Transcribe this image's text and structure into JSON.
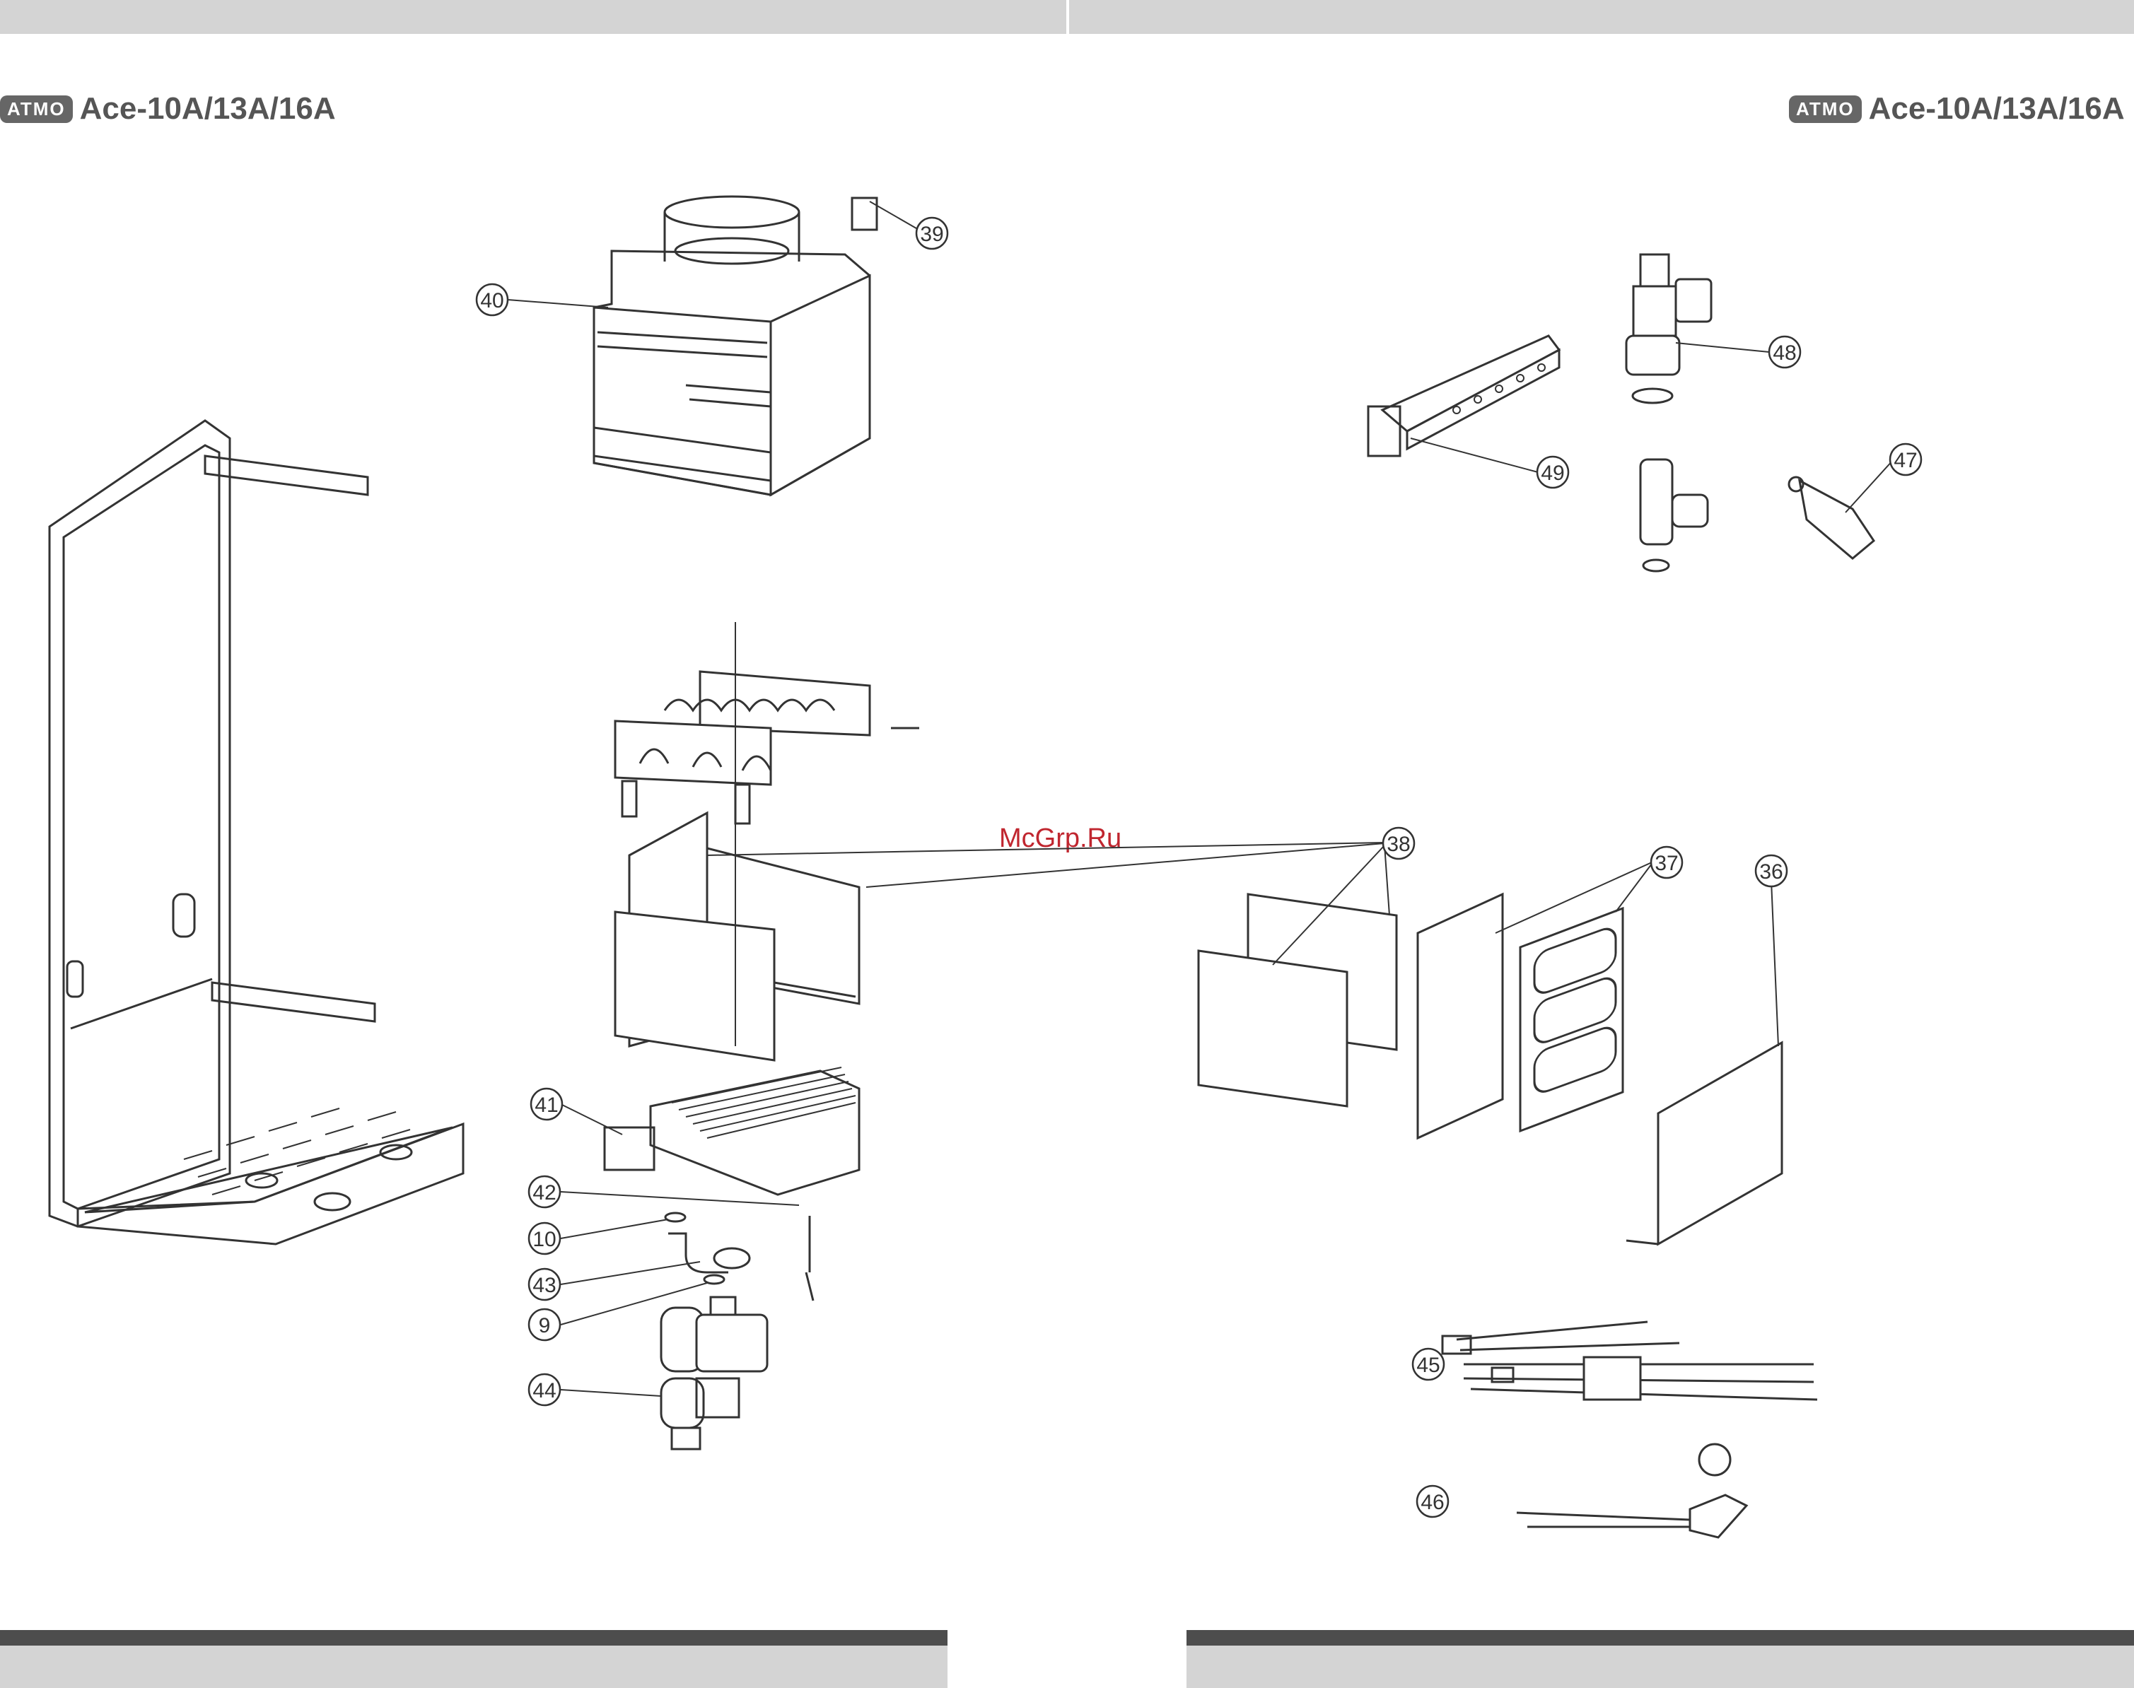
{
  "header": {
    "brand": "ATMO",
    "model": "Ace-10A/13A/16A"
  },
  "watermark": "McGrp.Ru",
  "callouts": [
    {
      "id": "c39",
      "label": "39"
    },
    {
      "id": "c40",
      "label": "40"
    },
    {
      "id": "c41",
      "label": "41"
    },
    {
      "id": "c42",
      "label": "42"
    },
    {
      "id": "c10",
      "label": "10"
    },
    {
      "id": "c43",
      "label": "43"
    },
    {
      "id": "c9",
      "label": "9"
    },
    {
      "id": "c44",
      "label": "44"
    },
    {
      "id": "c48",
      "label": "48"
    },
    {
      "id": "c49",
      "label": "49"
    },
    {
      "id": "c47",
      "label": "47"
    },
    {
      "id": "c38",
      "label": "38"
    },
    {
      "id": "c37",
      "label": "37"
    },
    {
      "id": "c36",
      "label": "36"
    },
    {
      "id": "c45",
      "label": "45"
    },
    {
      "id": "c46",
      "label": "46"
    }
  ]
}
